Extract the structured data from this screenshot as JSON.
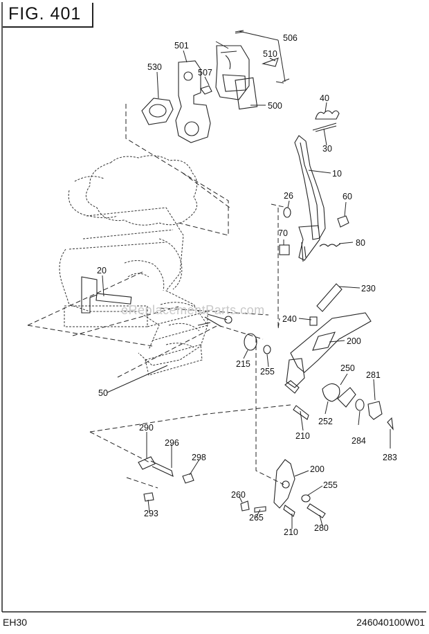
{
  "figure": {
    "title": "FIG. 401"
  },
  "footer": {
    "model": "EH30",
    "code": "246040100W01"
  },
  "watermark": "eReplacementParts.com",
  "parts": [
    {
      "id": "506",
      "label": "506"
    },
    {
      "id": "501",
      "label": "501"
    },
    {
      "id": "510",
      "label": "510"
    },
    {
      "id": "530",
      "label": "530"
    },
    {
      "id": "507",
      "label": "507"
    },
    {
      "id": "500",
      "label": "500"
    },
    {
      "id": "40",
      "label": "40"
    },
    {
      "id": "30",
      "label": "30"
    },
    {
      "id": "10",
      "label": "10"
    },
    {
      "id": "26",
      "label": "26"
    },
    {
      "id": "60",
      "label": "60"
    },
    {
      "id": "70",
      "label": "70"
    },
    {
      "id": "80",
      "label": "80"
    },
    {
      "id": "20",
      "label": "20"
    },
    {
      "id": "230",
      "label": "230"
    },
    {
      "id": "240",
      "label": "240"
    },
    {
      "id": "200a",
      "label": "200"
    },
    {
      "id": "215",
      "label": "215"
    },
    {
      "id": "255a",
      "label": "255"
    },
    {
      "id": "250",
      "label": "250"
    },
    {
      "id": "281",
      "label": "281"
    },
    {
      "id": "50",
      "label": "50"
    },
    {
      "id": "252",
      "label": "252"
    },
    {
      "id": "284",
      "label": "284"
    },
    {
      "id": "210a",
      "label": "210"
    },
    {
      "id": "283",
      "label": "283"
    },
    {
      "id": "290",
      "label": "290"
    },
    {
      "id": "296",
      "label": "296"
    },
    {
      "id": "298",
      "label": "298"
    },
    {
      "id": "200b",
      "label": "200"
    },
    {
      "id": "255b",
      "label": "255"
    },
    {
      "id": "260",
      "label": "260"
    },
    {
      "id": "293",
      "label": "293"
    },
    {
      "id": "265",
      "label": "265"
    },
    {
      "id": "210b",
      "label": "210"
    },
    {
      "id": "280",
      "label": "280"
    }
  ]
}
